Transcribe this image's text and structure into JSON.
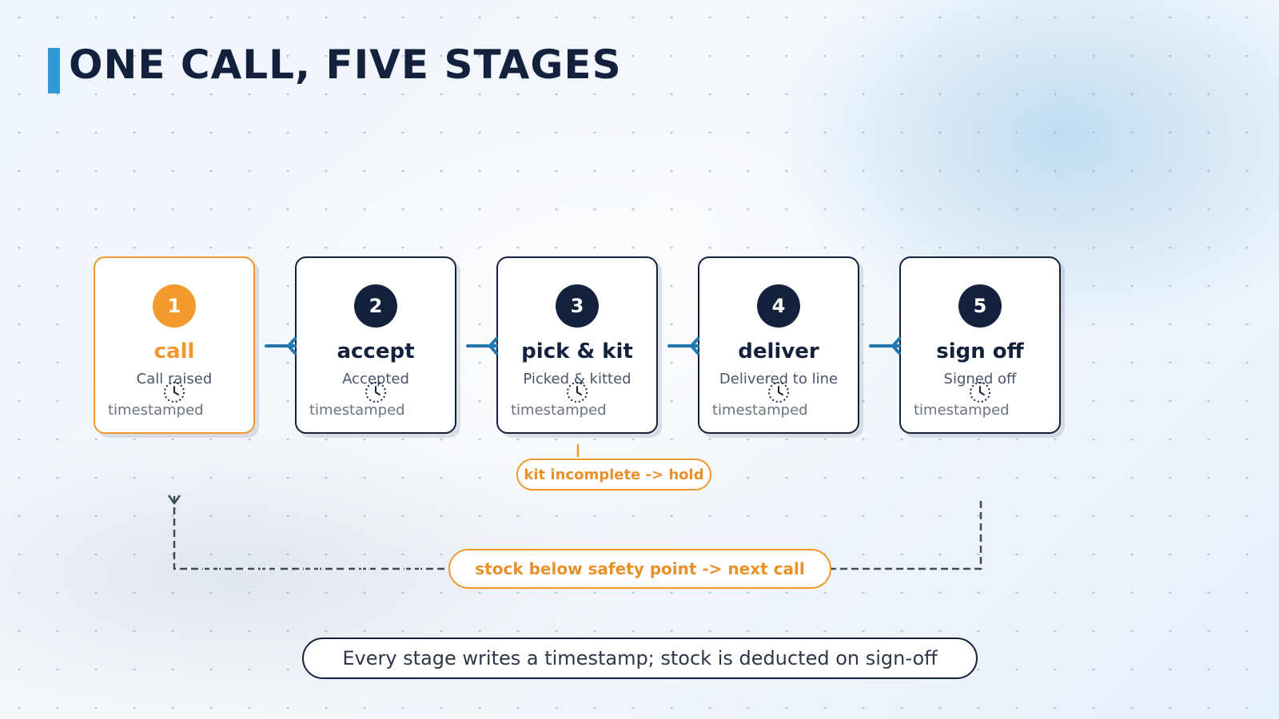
{
  "title": "ONE CALL, FIVE STAGES",
  "stages": [
    {
      "number": "1",
      "name": "call",
      "status": "Call raised",
      "timestamp_label": "timestamped",
      "highlighted": true
    },
    {
      "number": "2",
      "name": "accept",
      "status": "Accepted",
      "timestamp_label": "timestamped",
      "highlighted": false
    },
    {
      "number": "3",
      "name": "pick & kit",
      "status": "Picked & kitted",
      "timestamp_label": "timestamped",
      "highlighted": false
    },
    {
      "number": "4",
      "name": "deliver",
      "status": "Delivered to line",
      "timestamp_label": "timestamped",
      "highlighted": false
    },
    {
      "number": "5",
      "name": "sign off",
      "status": "Signed off",
      "timestamp_label": "timestamped",
      "highlighted": false
    }
  ],
  "exception_label": "kit incomplete -> hold",
  "loop_label": "stock below safety point -> next call",
  "footnote": "Every stage writes a timestamp; stock is deducted on sign-off",
  "colors": {
    "navy": "#14213d",
    "accent_orange": "#f0982e",
    "connector_blue": "#1f78b4",
    "title_bar_blue": "#2e9ad8"
  },
  "icons": {
    "timestamp": "clock-icon",
    "connector": "flow-arrow-icon"
  }
}
